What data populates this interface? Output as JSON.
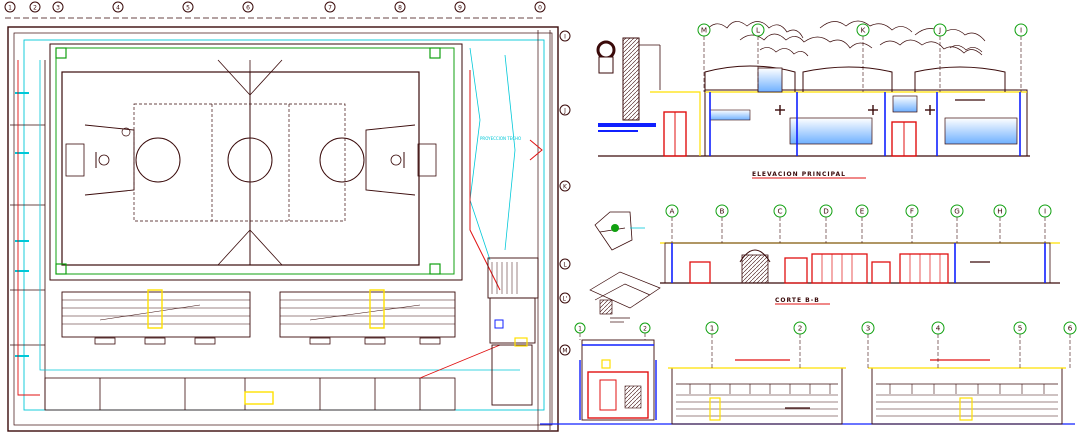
{
  "plan": {
    "top_axes": [
      "1",
      "2",
      "3",
      "4",
      "5",
      "6",
      "7",
      "8",
      "9",
      "0"
    ],
    "right_axes": [
      "I",
      "J",
      "K",
      "L",
      "L'",
      "M"
    ],
    "court_note": "PROYECCION TECHO"
  },
  "elevation": {
    "axes": [
      "M",
      "L",
      "K",
      "J",
      "I"
    ],
    "caption": "ELEVACION PRINCIPAL"
  },
  "section_bb": {
    "axes": [
      "A",
      "B",
      "C",
      "D",
      "E",
      "F",
      "G",
      "H",
      "I"
    ],
    "caption": "CORTE B-B"
  },
  "section_cc": {
    "axes_left": [
      "1",
      "2"
    ],
    "axes_right": [
      "1",
      "2",
      "3",
      "4",
      "5",
      "6"
    ]
  },
  "colors": {
    "line": "#3a0a0a",
    "cyan": "#00c8d8",
    "red": "#e01010",
    "blue": "#1020ff",
    "yellow": "#ffe000",
    "green": "#10a010",
    "magenta": "#c000c0"
  }
}
